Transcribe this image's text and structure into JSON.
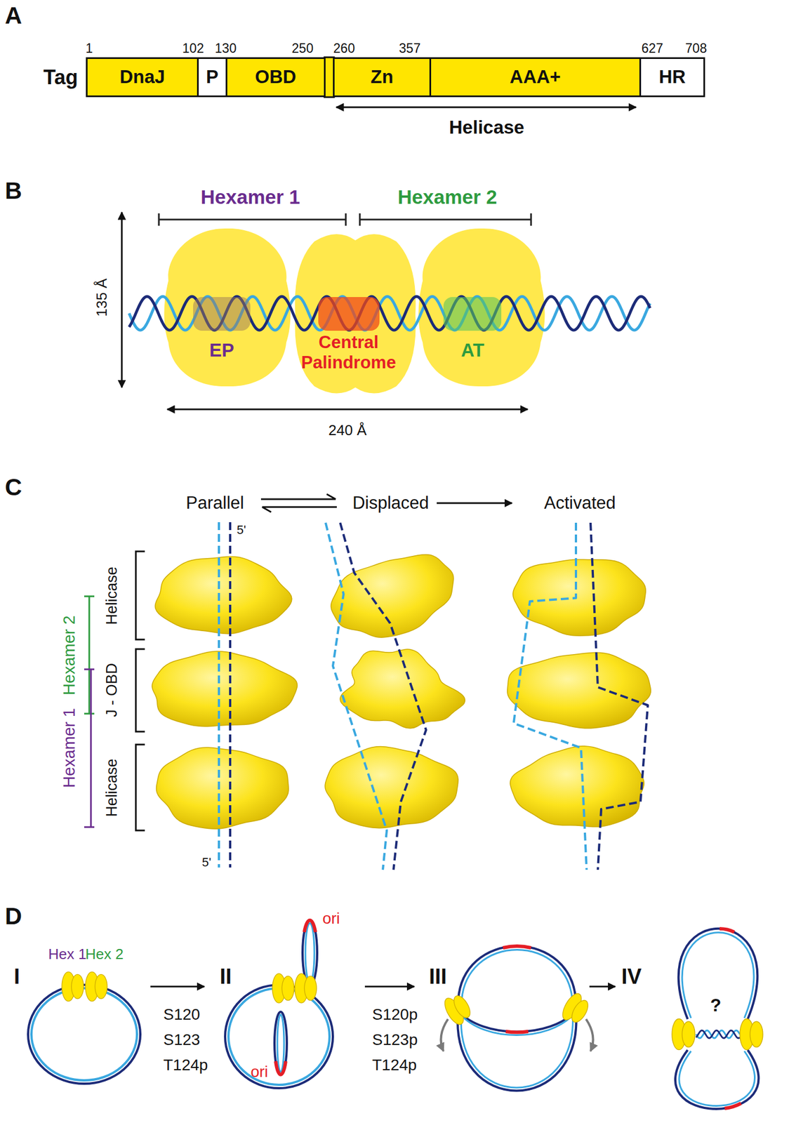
{
  "diagram": {
    "nodes": [
      {
        "text": [
          "DnaJ"
        ]
      },
      {
        "text": [
          "P"
        ]
      },
      {
        "text": [
          "OBD"
        ]
      },
      {
        "text": [
          "Zn"
        ]
      },
      {
        "text": [
          "AAA+"
        ]
      },
      {
        "text": [
          "HR"
        ]
      }
    ],
    "labels": [
      "A",
      "1",
      "102",
      "130",
      "250",
      "260",
      "357",
      "627",
      "708",
      "Tag",
      "Helicase",
      "B",
      "Hexamer 1",
      "Hexamer 2",
      "135 Å",
      "EP",
      "Central Palindrome",
      "AT",
      "240 Å",
      "C",
      "Parallel",
      "Displaced",
      "Activated",
      "5'",
      "Hexamer 2",
      "Helicase",
      "J - OBD",
      "Hexamer 1",
      "Helicase",
      "5'",
      "D",
      "Hex 1",
      "Hex 2",
      "I",
      "II",
      "ori",
      "ori",
      "III",
      "IV",
      "?",
      "S120 S123 T124p",
      "S120p S123p T124p"
    ]
  }
}
